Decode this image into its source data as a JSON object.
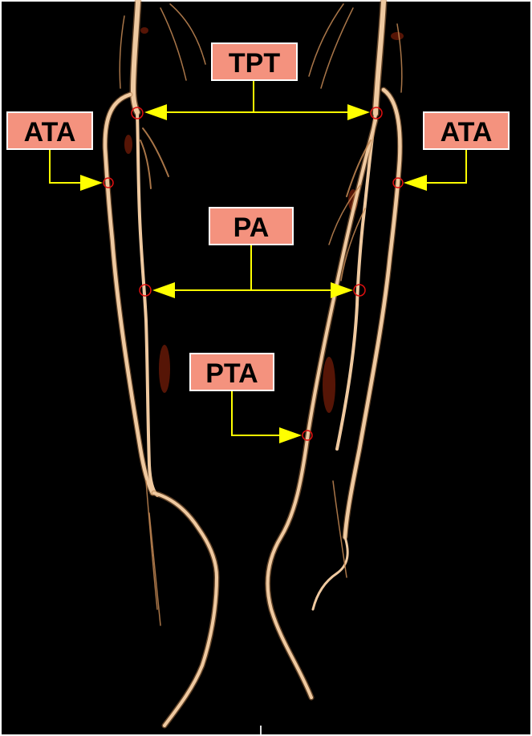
{
  "background_color": "#000000",
  "label_color": "#f4927e",
  "arrow_color": "#ffff00",
  "marker_color": "#e01010",
  "vessel_color": "#efc9a0",
  "labels": {
    "tpt": "TPT",
    "ata_left": "ATA",
    "ata_right": "ATA",
    "pa": "PA",
    "pta": "PTA"
  }
}
